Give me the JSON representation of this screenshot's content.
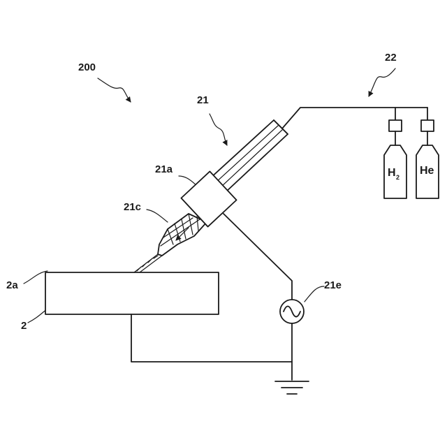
{
  "labels": {
    "system": "200",
    "torch": "21",
    "gas_supply": "22",
    "electrode_block": "21a",
    "nozzle": "21c",
    "power_source": "21e",
    "workpiece": "2",
    "workpiece_surface": "2a"
  },
  "gases": {
    "hydrogen": "H",
    "hydrogen_subscript": "2",
    "helium": "He"
  }
}
